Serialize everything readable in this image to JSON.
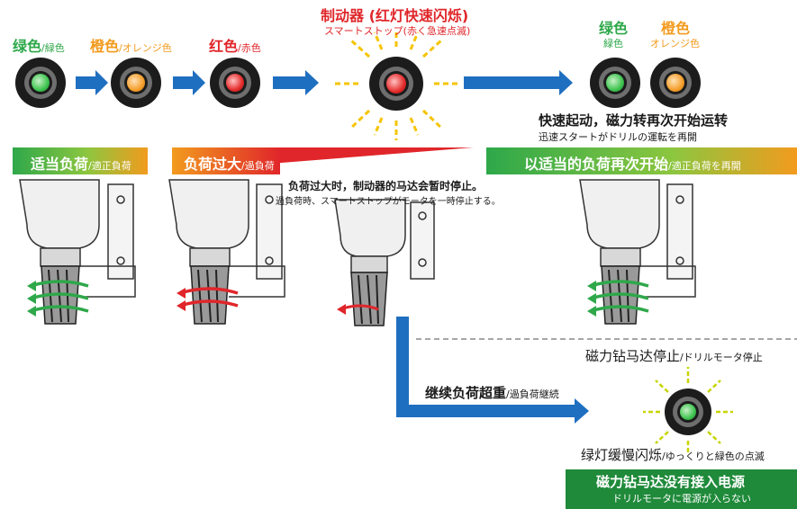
{
  "top": {
    "green_label": "绿色",
    "green_label_jp": "/緑色",
    "orange_label": "橙色",
    "orange_label_jp": "/オレンジ色",
    "red_label": "红色",
    "red_label_jp": "/赤色",
    "brake_title": "制动器 (红灯快速闪烁)",
    "brake_sub": "スマートストップ(赤く急速点滅)",
    "restart_green": "绿色",
    "restart_green_jp": "緑色",
    "restart_orange": "橙色",
    "restart_orange_jp": "オレンジ色",
    "restart_title": "快速起动，磁力转再次开始运转",
    "restart_sub": "迅速スタートがドリルの運転を再開"
  },
  "bands": {
    "proper": "适当负荷",
    "proper_jp": "/適正負荷",
    "overload": "负荷过大",
    "overload_jp": "/過負荷",
    "resume": "以适当的负荷再次开始",
    "resume_jp": "/適正負荷を再開"
  },
  "middle": {
    "stop_title": "负荷过大时，制动器的马达会暂时停止。",
    "stop_sub": "過負荷時、スマートストップがモータを一時停止する。"
  },
  "bottom": {
    "continue_label": "继续负荷超重",
    "continue_label_jp": "/過負荷継続",
    "motor_stop": "磁力钻马达停止",
    "motor_stop_jp": "/ドリルモータ停止",
    "slow_blink": "绿灯缓慢闪烁",
    "slow_blink_jp": "/ゆっくりと緑色の点滅",
    "no_power": "磁力钻马达没有接入电源",
    "no_power_jp": "ドリルモータに電源が入らない"
  },
  "colors": {
    "green": "#2ea84a",
    "orange": "#f29b1e",
    "red": "#e0262a",
    "arrow_blue": "#1f6fc0",
    "flash_yellow": "#f5c400",
    "band_dark_green": "#1f8a3a"
  }
}
